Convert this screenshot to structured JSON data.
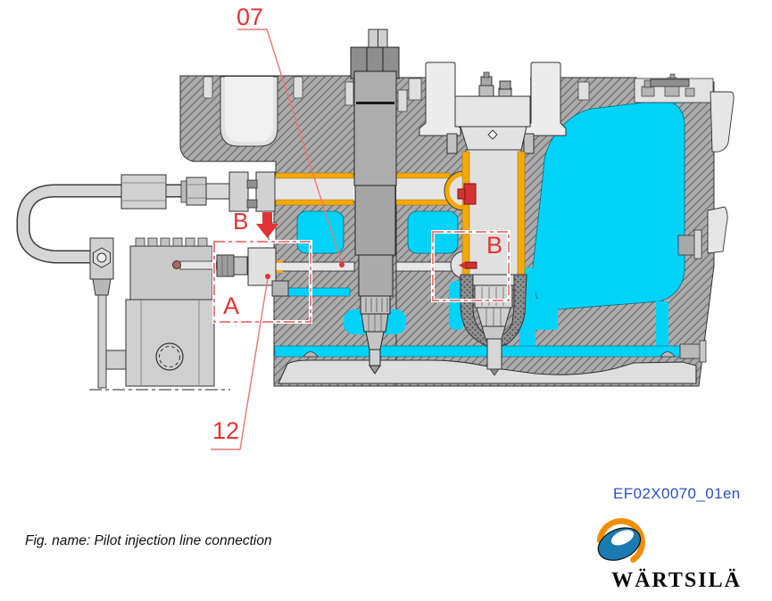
{
  "figure": {
    "caption": "Fig. name: Pilot injection line connection",
    "document_code": "EF02X0070_01en",
    "callouts": {
      "item_07": "07",
      "item_12": "12",
      "detail_a": "A",
      "detail_b": "B",
      "view_b": "B"
    },
    "colors": {
      "coolant_cyan": "#00d2f8",
      "fuel_channel_rim_orange": "#f5a800",
      "annotation_red": "#e23333",
      "leader_red": "#ee7474",
      "document_code_blue": "#2a50c8",
      "block_gray": "#ababab"
    }
  },
  "brand": {
    "name": "WÄRTSILÄ"
  }
}
